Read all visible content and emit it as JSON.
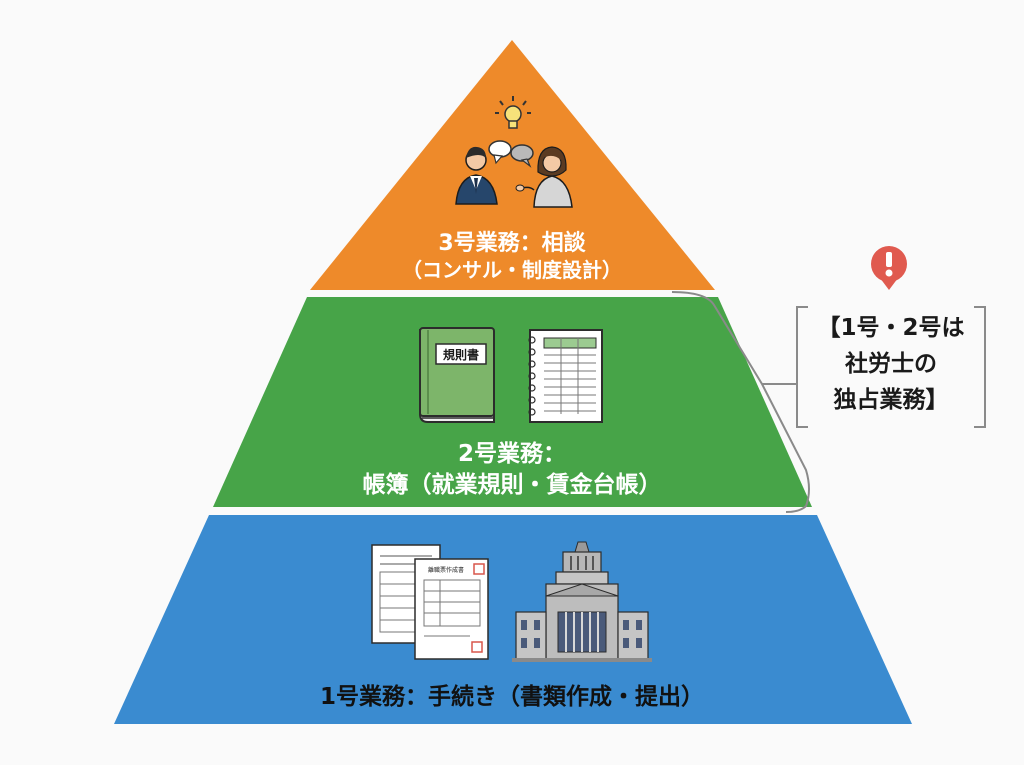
{
  "tiers": {
    "top": {
      "title": "3号業務：相談",
      "subtitle": "（コンサル・制度設計）",
      "color": "#ee8a2a"
    },
    "middle": {
      "title": "2号業務：",
      "subtitle": "帳簿（就業規則・賃金台帳）",
      "book_label": "規則書",
      "color": "#47a448"
    },
    "bottom": {
      "title": "1号業務：手続き（書類作成・提出）",
      "form_label": "離職票作成書",
      "color": "#3a8bd0"
    }
  },
  "callout": {
    "lines": [
      "【1号・2号は",
      "社労士の",
      "独占業務】"
    ],
    "alert_color": "#e05a4f"
  }
}
